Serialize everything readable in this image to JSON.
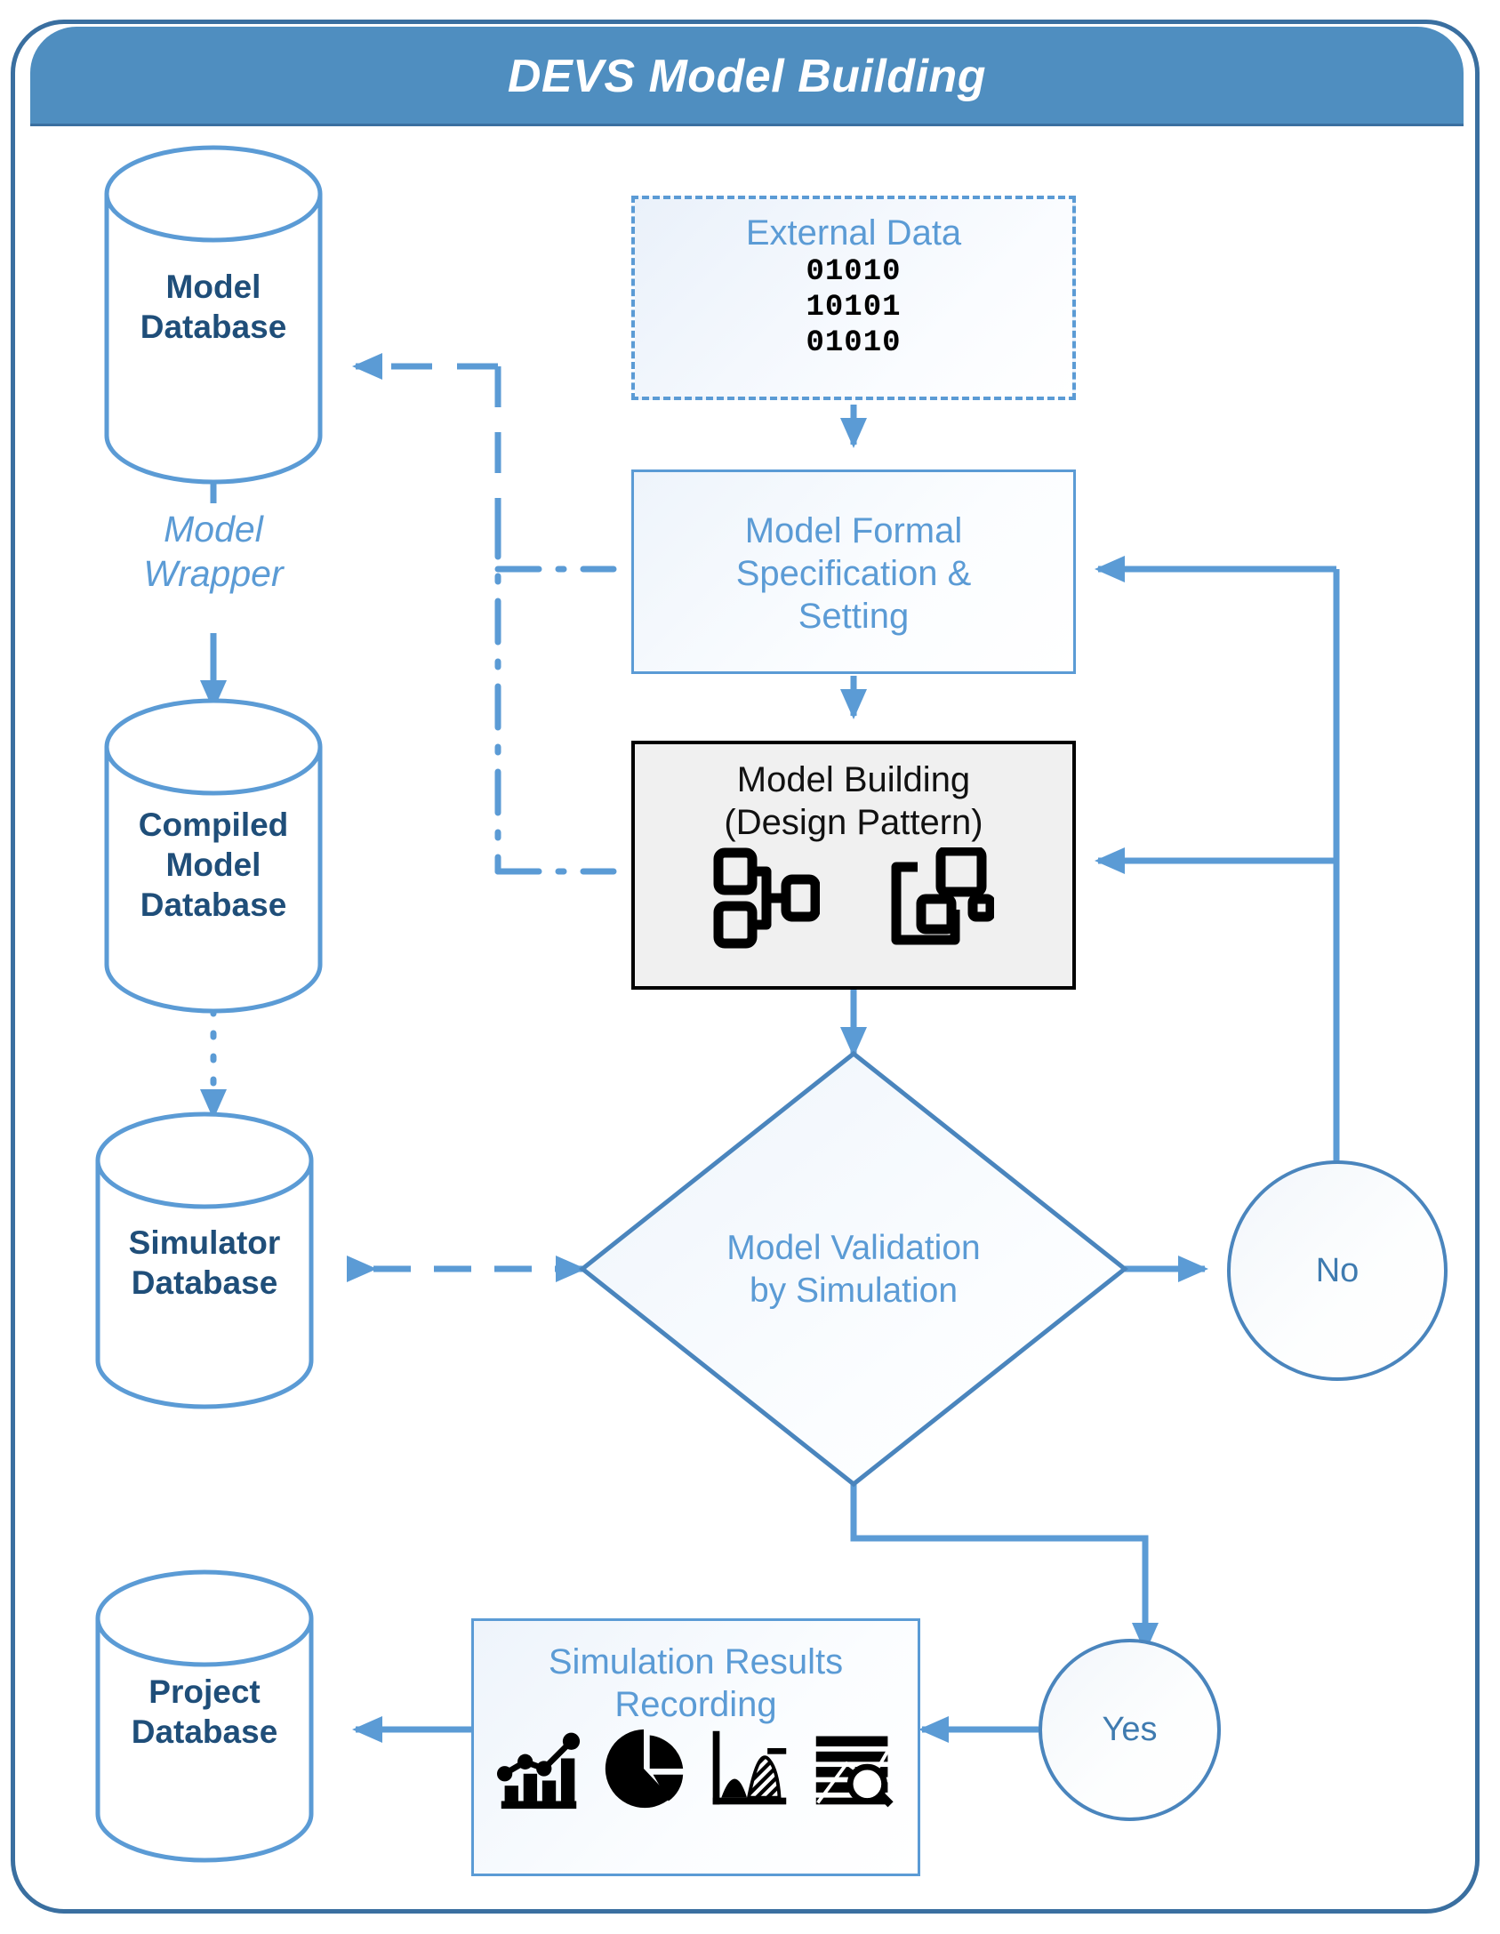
{
  "diagram": {
    "title": "DEVS Model Building",
    "type": "flowchart",
    "colors": {
      "frame_border": "#3a6fa0",
      "title_bar": "#4f8ec0",
      "title_text": "#ffffff",
      "accent_blue": "#5b9bd5",
      "db_text": "#1f4e79",
      "black": "#000000",
      "model_building_fill": "#f0f0f0"
    }
  },
  "nodes": {
    "model_database": {
      "label": "Model\nDatabase",
      "shape": "cylinder"
    },
    "compiled_model_database": {
      "label": "Compiled\nModel\nDatabase",
      "shape": "cylinder"
    },
    "simulator_database": {
      "label": "Simulator\nDatabase",
      "shape": "cylinder"
    },
    "project_database": {
      "label": "Project\nDatabase",
      "shape": "cylinder"
    },
    "external_data": {
      "label": "External Data",
      "shape": "dashed-box",
      "binary": "01010\n10101\n01010"
    },
    "model_formal_specification": {
      "label": "Model Formal\nSpecification &\nSetting",
      "shape": "box"
    },
    "model_building": {
      "label": "Model Building\n(Design Pattern)",
      "shape": "box",
      "icons": [
        "hierarchy-tree-icon",
        "grouped-shapes-icon"
      ]
    },
    "model_validation": {
      "label": "Model Validation\nby Simulation",
      "shape": "diamond"
    },
    "decision_no": {
      "label": "No",
      "shape": "circle"
    },
    "decision_yes": {
      "label": "Yes",
      "shape": "circle"
    },
    "simulation_results_recording": {
      "label": "Simulation Results\nRecording",
      "shape": "box",
      "icons": [
        "bar-line-chart-icon",
        "pie-chart-icon",
        "distribution-chart-icon",
        "table-search-icon"
      ]
    }
  },
  "edge_labels": {
    "model_wrapper": "Model\nWrapper"
  },
  "edges": [
    {
      "from": "external_data",
      "to": "model_formal_specification",
      "style": "solid"
    },
    {
      "from": "model_formal_specification",
      "to": "model_building",
      "style": "solid"
    },
    {
      "from": "model_building",
      "to": "model_validation",
      "style": "solid"
    },
    {
      "from": "model_validation",
      "to": "decision_no",
      "style": "solid"
    },
    {
      "from": "model_validation",
      "to": "decision_yes",
      "style": "solid"
    },
    {
      "from": "decision_no",
      "to": "model_formal_specification",
      "style": "solid"
    },
    {
      "from": "decision_no",
      "to": "model_building",
      "style": "solid"
    },
    {
      "from": "decision_yes",
      "to": "simulation_results_recording",
      "style": "solid"
    },
    {
      "from": "simulation_results_recording",
      "to": "project_database",
      "style": "solid"
    },
    {
      "from": "model_database",
      "to": "compiled_model_database",
      "style": "solid",
      "label": "Model\nWrapper"
    },
    {
      "from": "compiled_model_database",
      "to": "simulator_database",
      "style": "dotted"
    },
    {
      "from": "model_validation",
      "to": "simulator_database",
      "style": "dashed",
      "bidirectional": true
    },
    {
      "from": "external_data",
      "to": "model_database",
      "style": "dashed"
    },
    {
      "from": "model_formal_specification",
      "to": "bus",
      "style": "dash-dot"
    },
    {
      "from": "model_building",
      "to": "bus",
      "style": "dash-dot"
    }
  ]
}
